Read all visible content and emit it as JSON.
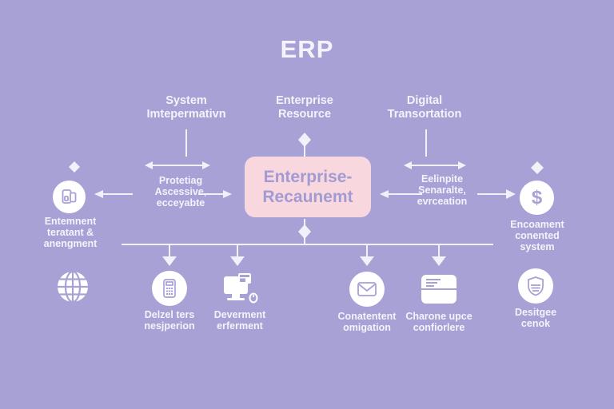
{
  "colors": {
    "bg": "#a7a1d6",
    "boxFill": "#f8d8de",
    "boxText": "#a29bd3",
    "textWhite": "#f4f2fa",
    "iconPurple": "#a7a1d6"
  },
  "header": {
    "title": "ERP"
  },
  "branches": {
    "left": {
      "line1": "System",
      "line2": "Imtepermativn"
    },
    "center": {
      "line1": "Enterprise",
      "line2": "Resource"
    },
    "right": {
      "line1": "Digital",
      "line2": "Transortation"
    }
  },
  "central_box": {
    "line1": "Enterprise-",
    "line2": "Recaunemt"
  },
  "left_flow": {
    "text": {
      "line1": "Protetiag",
      "line2": "Ascessive,",
      "line3": "ecceyabte"
    },
    "node": {
      "icon": "document-phone-icon",
      "line1": "Entemnent",
      "line2": "teratant &",
      "line3": "anengment"
    }
  },
  "right_flow": {
    "text": {
      "line1": "Eelinpite",
      "line2": "Senaralte,",
      "line3": "evrceation"
    },
    "node": {
      "icon": "dollar-icon",
      "symbol": "$",
      "line1": "Encoament",
      "line2": "conented",
      "line3": "system"
    }
  },
  "bottom_nodes": [
    {
      "icon": "calculator-icon",
      "line1": "Delzel ters",
      "line2": "nesjperion"
    },
    {
      "icon": "computer-icon",
      "line1": "Deverment",
      "line2": "erferment"
    },
    {
      "icon": "mail-icon",
      "line1": "Conatentent",
      "line2": "omigation"
    },
    {
      "icon": "browser-card-icon",
      "line1": "Charone upce",
      "line2": "confiorlere"
    },
    {
      "icon": "shield-icon",
      "line1": "Desitgee",
      "line2": "cenok"
    }
  ],
  "corner_icons": {
    "globe": "globe-icon"
  }
}
